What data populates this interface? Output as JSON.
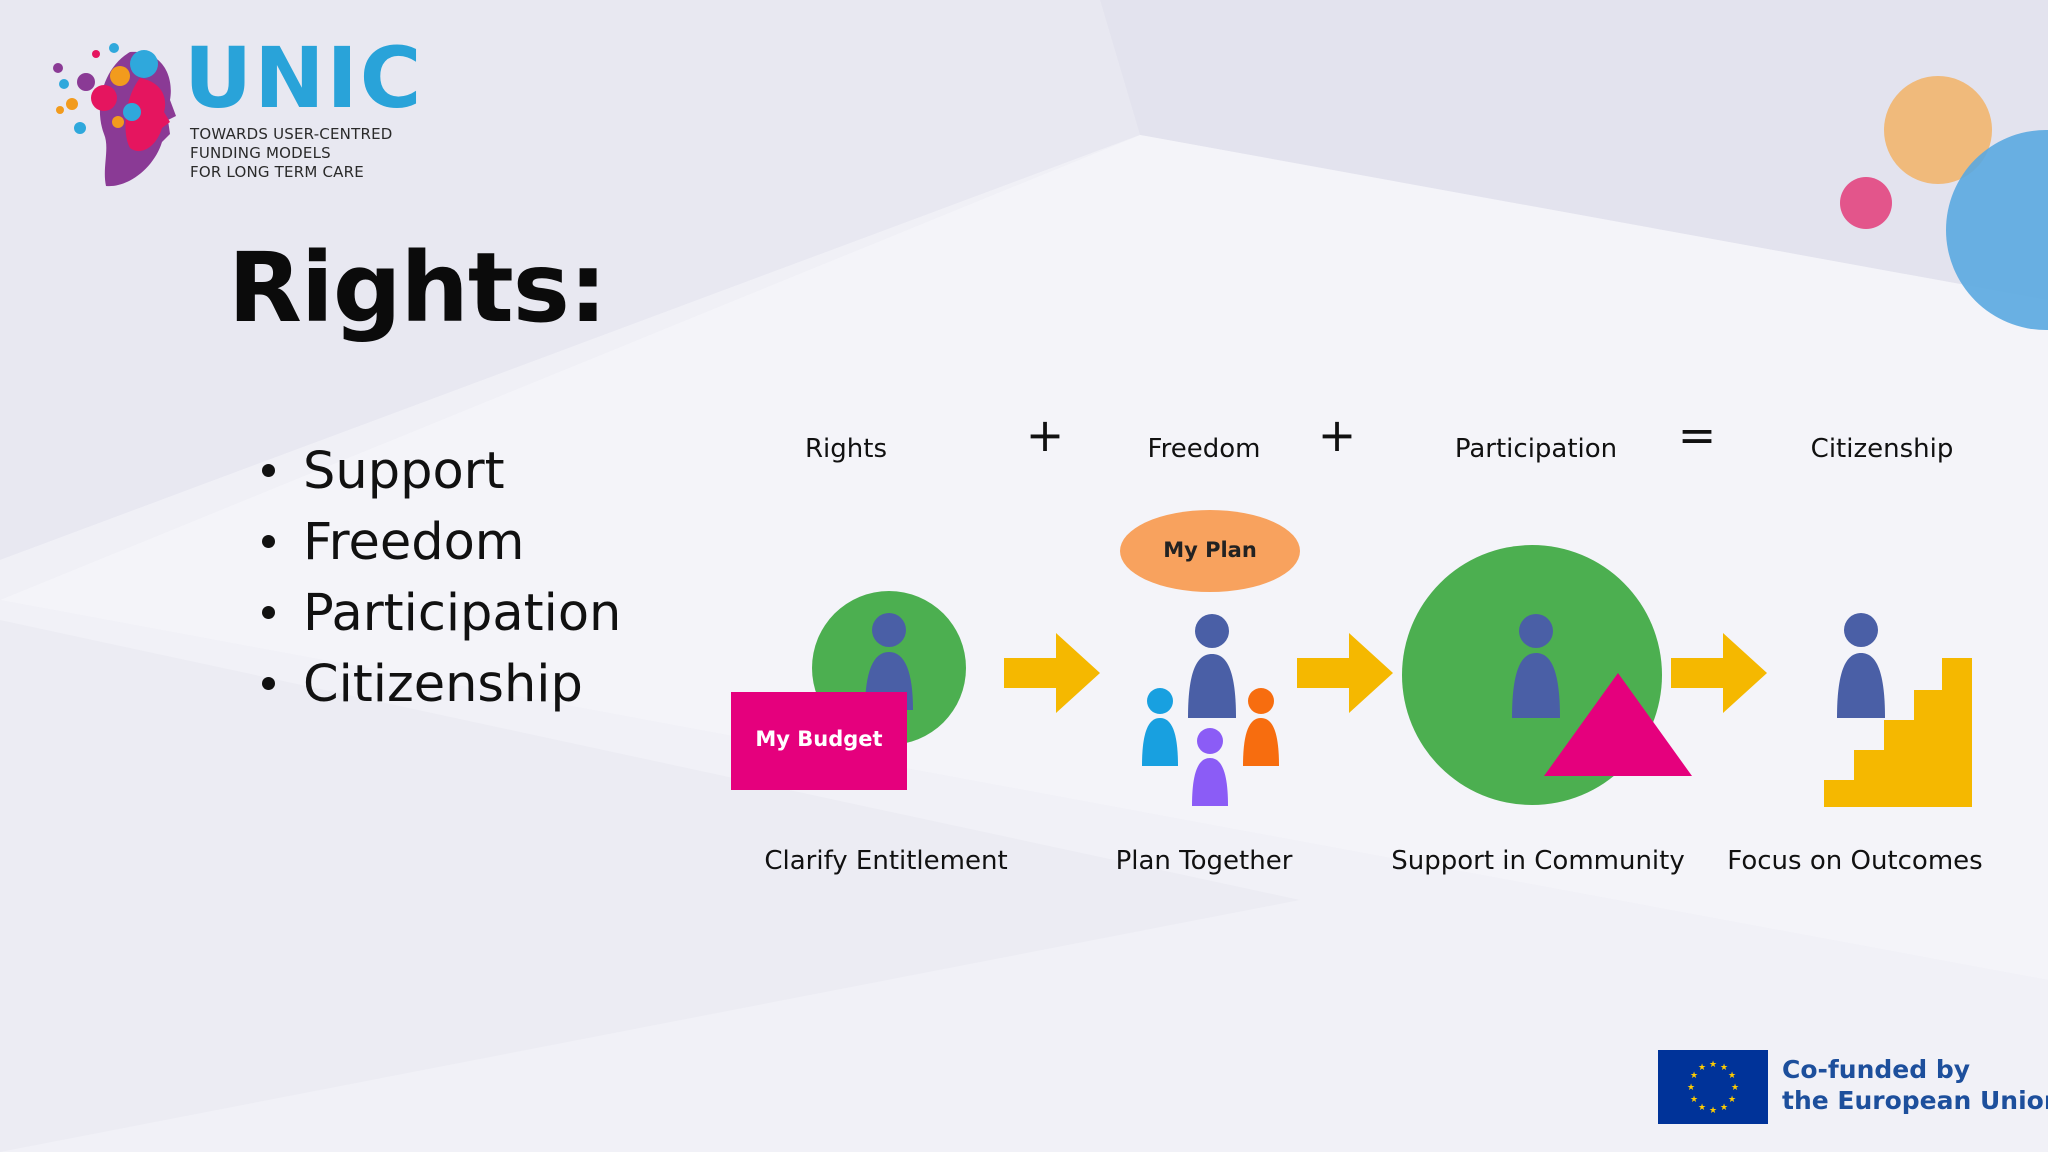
{
  "logo": {
    "name": "UNIC",
    "tagline": [
      "TOWARDS USER-CENTRED",
      "FUNDING MODELS",
      "FOR LONG TERM CARE"
    ],
    "color": "#29a3d9"
  },
  "slide": {
    "title": "Rights:",
    "bullets": [
      "Support",
      "Freedom",
      "Participation",
      "Citizenship"
    ]
  },
  "equation": {
    "terms": [
      "Rights",
      "Freedom",
      "Participation",
      "Citizenship"
    ],
    "operators": [
      "+",
      "+",
      "="
    ]
  },
  "steps": [
    {
      "caption": "Clarify Entitlement",
      "badge": "My Budget"
    },
    {
      "caption": "Plan Together",
      "badge": "My Plan"
    },
    {
      "caption": "Support in Community"
    },
    {
      "caption": "Focus on Outcomes"
    }
  ],
  "footer": {
    "eu_line1": "Co-funded by",
    "eu_line2": "the European Union",
    "eu_flag_color": "#003399"
  },
  "colors": {
    "green": "#4caf50",
    "person_blue": "#4a5fa6",
    "arrow": "#f5b800",
    "magenta": "#e5007d",
    "plan_orange": "#f8a25e"
  },
  "icons": [
    "arrow-right-icon",
    "person-icon",
    "stairs-icon",
    "triangle-icon",
    "eu-flag-icon"
  ]
}
